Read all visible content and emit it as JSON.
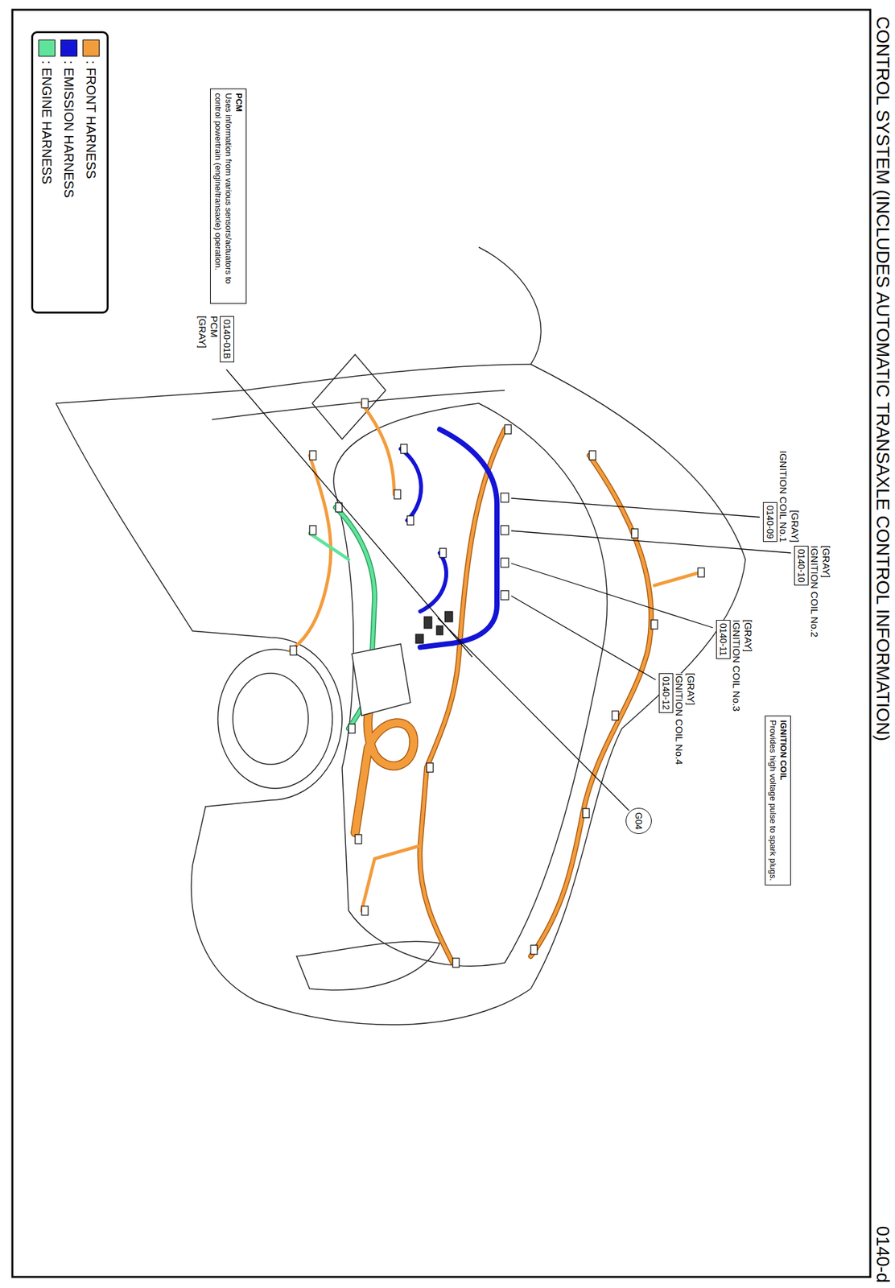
{
  "diagram": {
    "title": "CONTROL SYSTEM (INCLUDES AUTOMATIC TRANSAXLE CONTROL INFORMATION)",
    "nodes": [
      {
        "text": [
          "[GRAY]",
          "IGNITION COIL No.1",
          "0140-09"
        ]
      },
      {
        "text": [
          "[GRAY]",
          "IGNITION COIL No.2",
          "0140-10"
        ]
      },
      {
        "text": [
          "[GRAY]",
          "IGNITION COIL No.3",
          "0140-11"
        ]
      },
      {
        "text": [
          "[GRAY]",
          "IGNITION COIL No.4",
          "0140-12"
        ]
      },
      {
        "text": [
          "IGNITION COIL",
          "Provides high voltage pulse to spark plugs."
        ]
      },
      {
        "text": [
          "G04"
        ]
      },
      {
        "text": [
          "PCM",
          "Uses information from various sensors/actuators to control powertrain (engine/transaxle) operation."
        ]
      },
      {
        "text": [
          "0140-01B",
          "PCM",
          "[GRAY]"
        ]
      }
    ],
    "labels": [
      "0140-d"
    ],
    "legend": [
      {
        "text": ": FRONT HARNESS",
        "color": "#f39c3c"
      },
      {
        "text": ": EMISSION HARNESS",
        "color": "#1414d6"
      },
      {
        "text": ": ENGINE HARNESS",
        "color": "#5fe39a"
      }
    ]
  }
}
